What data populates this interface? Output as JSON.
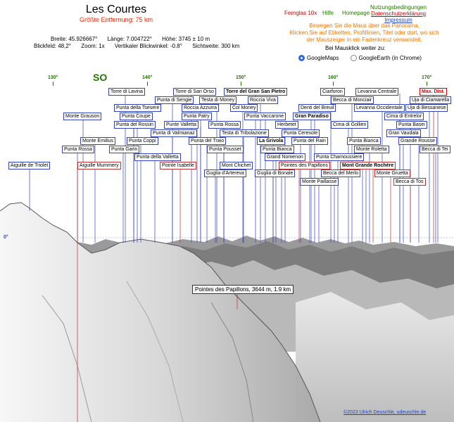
{
  "header": {
    "title": "Les Courtes",
    "subtitle": "Größte Entfernung: 75 km"
  },
  "info": {
    "breite": "Breite: 45.926667°",
    "laenge": "Länge: 7.004722°",
    "hoehe": "Höhe: 3745 ± 10 m",
    "blickfeld": "Blickfeld: 48,2°",
    "zoom": "Zoom: 1x",
    "vblick": "Vertikaler Blickwinkel: -0.8°",
    "sichtweite": "Sichtweite: 300 km"
  },
  "links": {
    "fernglas": "Fernglas 10x",
    "hilfe": "Hilfe",
    "homepage": "Homepage",
    "nutzung": "Nutzungsbedingungen",
    "datenschutz": "Datenschutzerklärung",
    "impressum": "Impressum"
  },
  "hint": {
    "line1": "Bewegen Sie die Maus über das Panorama.",
    "line2": "Klicken Sie auf Etiketten, Profillinien, Titel oder dort, wo sich",
    "line3": "der Mauszeiger in ein Fadenkreuz verwandelt."
  },
  "mouseclick": {
    "label": "Bei Mausklick weiter zu:",
    "option1": "GoogleMaps",
    "option2": "GoogleEarth (in Chrome)"
  },
  "compass": {
    "d130": "130°",
    "so": "SO",
    "d140": "140°",
    "d150": "150°",
    "d160": "160°",
    "d170": "170°",
    "zero": "0°"
  },
  "peaks": [
    "Torre di Lavina",
    "Torre di San Orso",
    "Torre del Gran San Pietro",
    "Ciarforon",
    "Levanna Centrale",
    "Max. Dist.",
    "Punta di Sengie",
    "Testa di Money",
    "Roccia Viva",
    "Becca di Monciair",
    "Uja di Ciamarella",
    "Punta della Tsesere",
    "Roccia Azzurra",
    "Col Money",
    "Denti del Breuil",
    "Levanna Occidentale",
    "Uja di Bessanese",
    "Monte Grauson",
    "Punta Coupe",
    "Punta Patry",
    "Punta Vaccarone",
    "Gran Paradiso",
    "Cima di Entrelor",
    "Punta del Rossin",
    "Punte Valletta",
    "Punta Rossa",
    "Herbetet",
    "Cima di Gollien",
    "Punta Basei",
    "Punta di Valmianaz",
    "Testa di Tribolazione",
    "Punta Ceresole",
    "Gran Vaudala",
    "Monte Emilius",
    "Punta Coppi",
    "Punta del Traio",
    "La Grivola",
    "Punta del Rain",
    "Punta Bianca",
    "Grande Rousse",
    "Punta Rossa",
    "Punta Garin",
    "Punta Pousset",
    "Punta Bianca",
    "Monte Roletta",
    "Becca di Tei",
    "Punta della Valletta",
    "Grand Nomenon",
    "Punta Chamoussiere",
    "Aiguille de Triolet",
    "Aiguille Mummery",
    "Pointe Isabelle",
    "Mont Chichet",
    "Pointes des Papillons",
    "Mont Grande Rochère",
    "Guglia d'Artereva",
    "Guglia di Bonale",
    "Becca del Merlo",
    "Monte Gruetta",
    "Monte Paillasse",
    "Becca di Tos"
  ],
  "tooltip": "Pointes des Papillons, 3644 m, 1.9 km",
  "footer": {
    "copyright": "©2023 Ulrich Deuschle, udeuschle.de"
  }
}
